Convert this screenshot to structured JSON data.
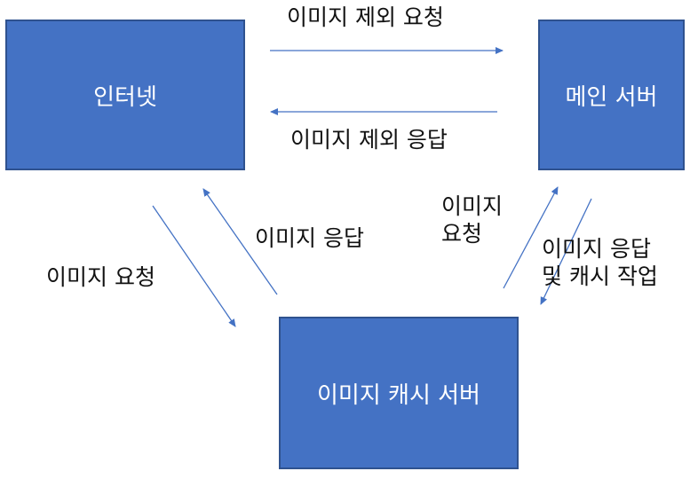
{
  "nodes": {
    "internet": "인터넷",
    "main_server": "메인 서버",
    "image_cache_server": "이미지 캐시 서버"
  },
  "edges": {
    "internet_to_main": "이미지 제외 요청",
    "main_to_internet": "이미지 제외 응답",
    "internet_to_cache": "이미지 요청",
    "cache_to_internet": "이미지 응답",
    "cache_to_main_line1": "이미지",
    "cache_to_main_line2": "요청",
    "main_to_cache_line1": "이미지 응답",
    "main_to_cache_line2": "및 캐시 작업"
  },
  "colors": {
    "box_fill": "#4472c4",
    "box_border": "#2f528f",
    "arrow": "#4472c4"
  }
}
